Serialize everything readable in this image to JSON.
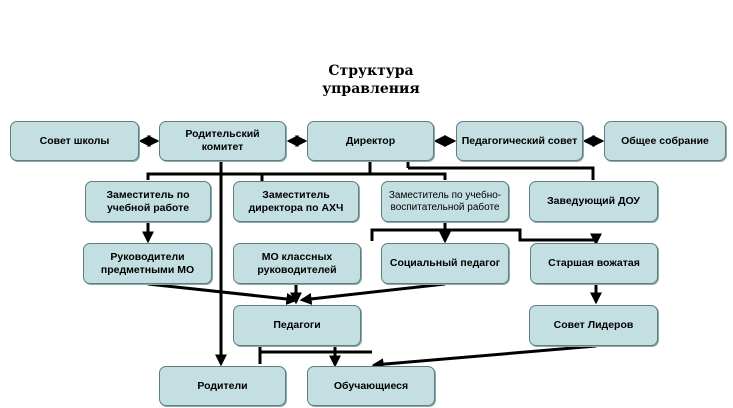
{
  "title_line1": "Структура",
  "title_line2": "управления",
  "nodes": {
    "school_council": "Совет школы",
    "parent_committee": "Родительский комитет",
    "director": "Директор",
    "pedagogical_council": "Педагогический совет",
    "general_meeting": "Общее собрание",
    "deputy_academic": "Заместитель по учебной работе",
    "deputy_ahch": "Заместитель директора по АХЧ",
    "deputy_educational": "Заместитель по учебно-воспитательной работе",
    "head_dou": "Заведующий ДОУ",
    "subject_mo_heads": "Руководители предметными МО",
    "mo_class_teachers": "МО классных руководителей",
    "social_pedagogue": "Социальный педагог",
    "senior_counselor": "Старшая вожатая",
    "teachers": "Педагоги",
    "leaders_council": "Совет Лидеров",
    "parents": "Родители",
    "students": "Обучающиеся"
  }
}
